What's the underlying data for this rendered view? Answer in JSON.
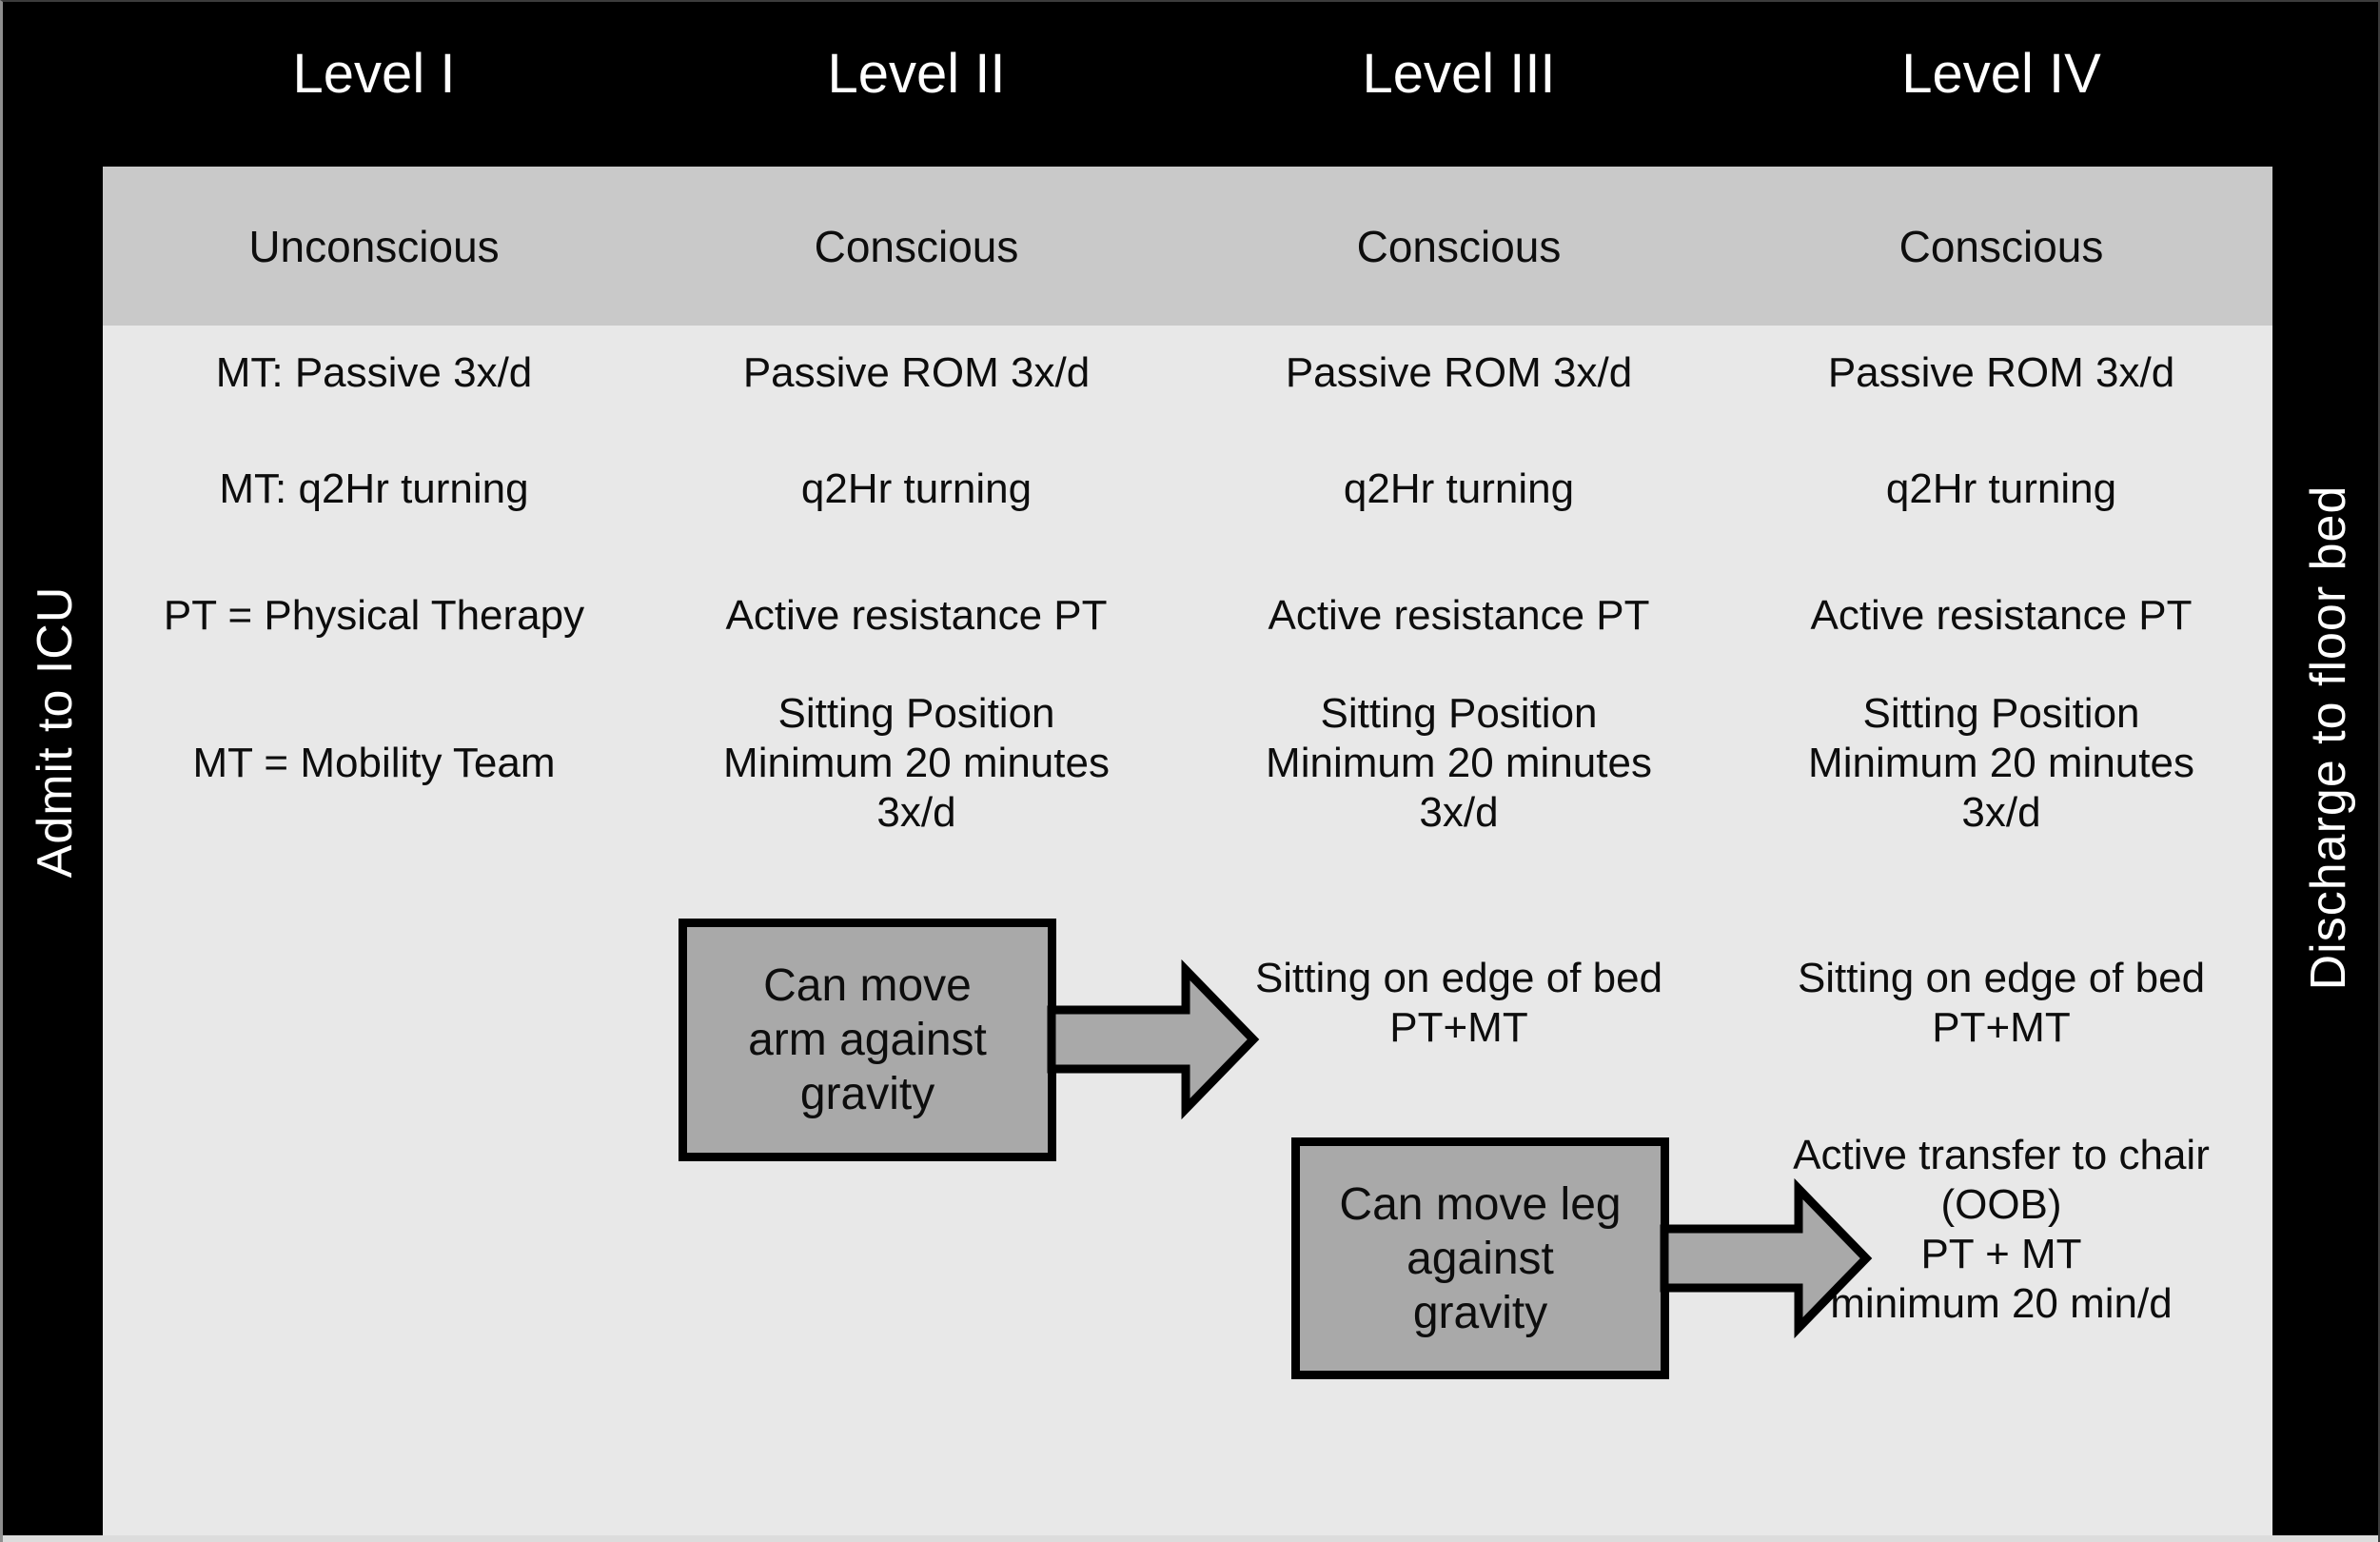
{
  "frame": {
    "left_label": "Admit to ICU",
    "right_label": "Discharge to floor bed"
  },
  "levels": [
    {
      "header": "Level I",
      "state": "Unconscious",
      "row1": "MT: Passive 3x/d",
      "row2": "MT: q2Hr turning",
      "row3": "PT = Physical Therapy",
      "row4": "MT = Mobility Team"
    },
    {
      "header": "Level II",
      "state": "Conscious",
      "row1": "Passive ROM 3x/d",
      "row2": "q2Hr turning",
      "row3": "Active resistance PT",
      "row4": "Sitting Position\nMinimum 20 minutes\n3x/d"
    },
    {
      "header": "Level III",
      "state": "Conscious",
      "row1": "Passive ROM 3x/d",
      "row2": "q2Hr turning",
      "row3": "Active resistance PT",
      "row4": "Sitting Position\nMinimum 20 minutes\n3x/d",
      "row5": "Sitting on edge of bed\nPT+MT"
    },
    {
      "header": "Level IV",
      "state": "Conscious",
      "row1": "Passive ROM 3x/d",
      "row2": "q2Hr turning",
      "row3": "Active resistance PT",
      "row4": "Sitting Position\nMinimum 20 minutes\n3x/d",
      "row5": "Sitting on edge of bed\nPT+MT",
      "row6": "Active transfer to chair\n(OOB)\nPT + MT\nminimum 20 min/d"
    }
  ],
  "criteria_boxes": [
    {
      "label": "Can move\narm against\ngravity"
    },
    {
      "label": "Can move leg\nagainst\ngravity"
    }
  ],
  "colors": {
    "frame_background": "#000000",
    "band_fill": "#c9c9c9",
    "body_fill": "#e8e8e8",
    "box_fill": "#a9a9a9",
    "text": "#0d0d0d",
    "header_text": "#ffffff"
  }
}
